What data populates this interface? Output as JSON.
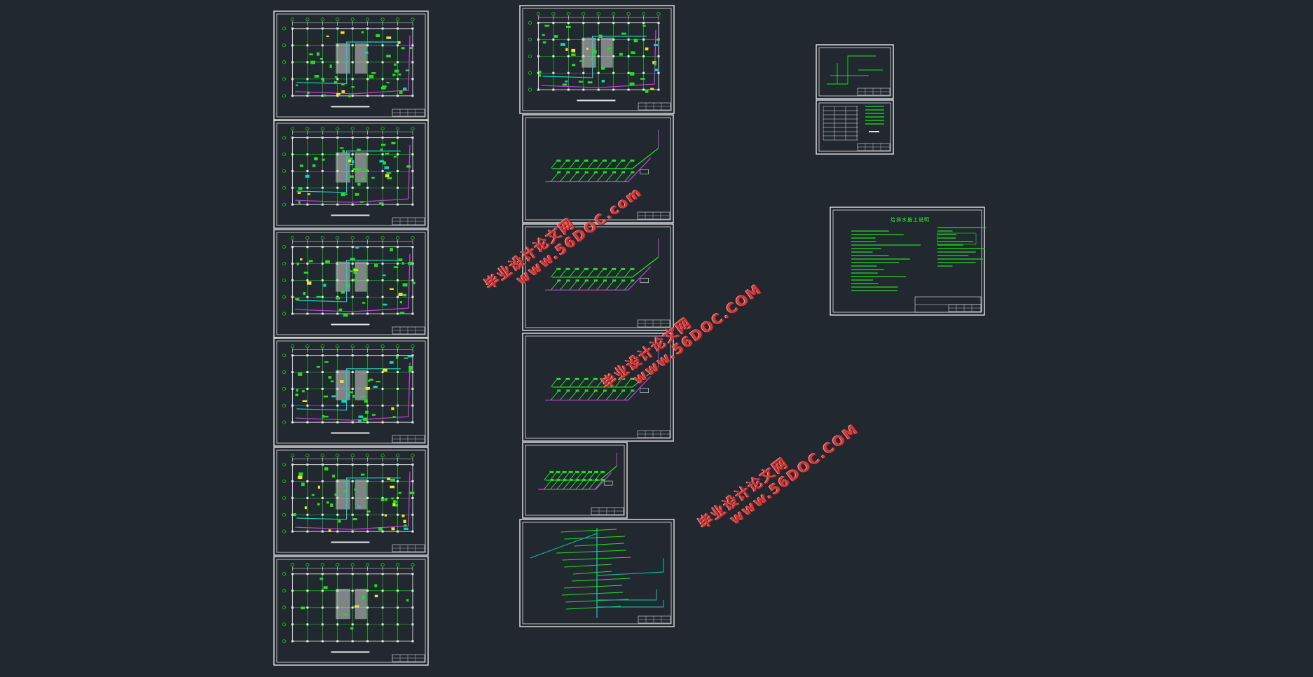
{
  "watermarks": [
    {
      "line1": "毕业设计论文网",
      "line2": "www.56DOC.com"
    },
    {
      "line1": "毕业设计论文网",
      "line2": "www.56DOC.COM"
    },
    {
      "line1": "毕业设计论文网",
      "line2": "www.56DOC.COM"
    }
  ],
  "colors": {
    "background": "#212830",
    "sheet_border": "#e6e6e6",
    "grid_green": "#1fe01f",
    "pipe_cyan": "#18d0c0",
    "pipe_magenta": "#c23bd8",
    "pipe_teal": "#17a89a",
    "watermark_red": "#e23b3b"
  },
  "notes_title": "给排水施工说明"
}
